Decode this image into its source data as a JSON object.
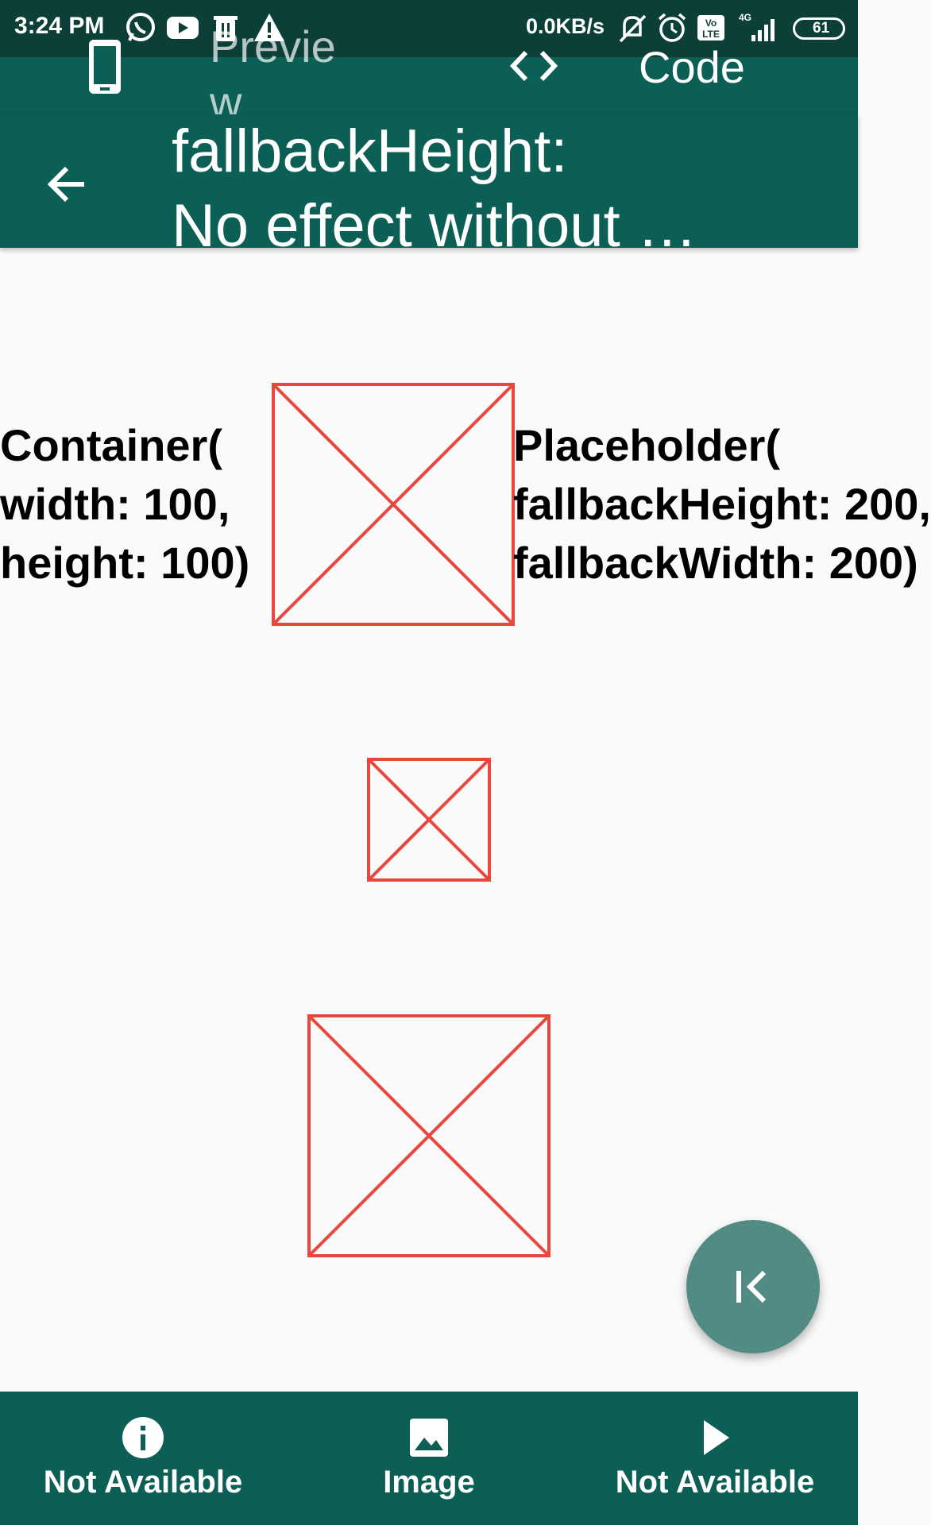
{
  "status_bar": {
    "time": "3:24 PM",
    "network_speed": "0.0KB/s",
    "battery": "61",
    "icons": [
      "whatsapp-icon",
      "youtube-icon",
      "notification-icon",
      "warning-icon",
      "mute-icon",
      "alarm-icon",
      "volte-icon",
      "signal-icon",
      "battery-icon"
    ]
  },
  "tabs": {
    "preview_label": "Previe\nw",
    "code_label": "Code"
  },
  "app_bar": {
    "title": "fallbackHeight:\nNo effect without …"
  },
  "content": {
    "container_label": "Container(\nwidth: 100,\nheight: 100)",
    "placeholder_label": "Placeholder(\nfallbackHeight: 200,\nfallbackWidth: 200)",
    "placeholder_color": "#e8473e"
  },
  "fab": {
    "icon": "first-page-icon"
  },
  "bottom_nav": {
    "items": [
      {
        "label": "Not Available",
        "icon": "info-icon"
      },
      {
        "label": "Image",
        "icon": "image-icon"
      },
      {
        "label": "Not Available",
        "icon": "play-icon"
      }
    ]
  },
  "colors": {
    "primary": "#0b5f55",
    "status_bar": "#0b3f38",
    "fab": "#528a84",
    "placeholder": "#e8473e"
  }
}
